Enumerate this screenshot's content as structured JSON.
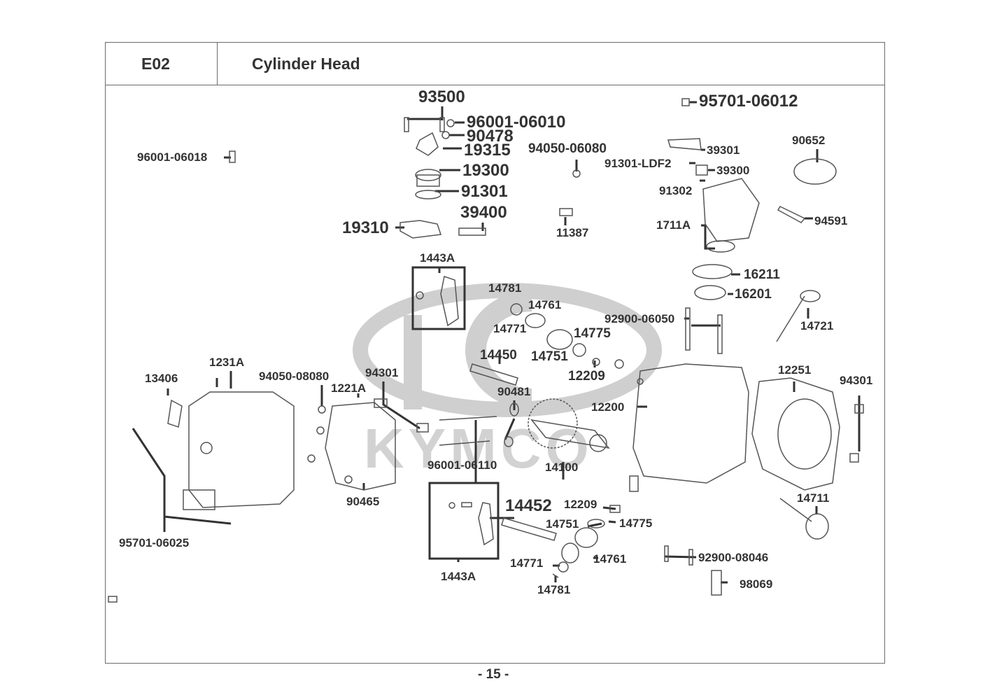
{
  "header": {
    "section_code": "E02",
    "section_title": "Cylinder Head"
  },
  "footer": {
    "page_number": "- 15 -"
  },
  "watermark": {
    "brand": "KYMCO",
    "color": "#c8c8c8"
  },
  "part_labels": {
    "p93500": "93500",
    "p96001_06010": "96001-06010",
    "p90478": "90478",
    "p19315": "19315",
    "p19300": "19300",
    "p91301": "91301",
    "p39400": "39400",
    "p19310": "19310",
    "p96001_06018": "96001-06018",
    "p94050_06080": "94050-06080",
    "p11387": "11387",
    "p95701_06012": "95701-06012",
    "p39301": "39301",
    "p91301_LDF2": "91301-LDF2",
    "p39300": "39300",
    "p91302": "91302",
    "p90652": "90652",
    "p94591": "94591",
    "p1711A": "1711A",
    "p16211": "16211",
    "p16201": "16201",
    "p92900_06050": "92900-06050",
    "p14721": "14721",
    "p1443A_top": "1443A",
    "p14781_top": "14781",
    "p14761_top": "14761",
    "p14771_top": "14771",
    "p14775_top": "14775",
    "p14751_top": "14751",
    "p14450": "14450",
    "p12209_top": "12209",
    "p13406": "13406",
    "p1231A": "1231A",
    "p94050_08080": "94050-08080",
    "p1221A": "1221A",
    "p94301_left": "94301",
    "p90481": "90481",
    "p12200": "12200",
    "p12251": "12251",
    "p94301_right": "94301",
    "p96001_06110": "96001-06110",
    "p14100": "14100",
    "p90465": "90465",
    "p95701_06025": "95701-06025",
    "p14452": "14452",
    "p12209_bottom": "12209",
    "p14751_bottom": "14751",
    "p14775_bottom": "14775",
    "p14711": "14711",
    "p14771_bottom": "14771",
    "p14761_bottom": "14761",
    "p92900_08046": "92900-08046",
    "p98069": "98069",
    "p1443A_bottom": "1443A",
    "p14781_bottom": "14781"
  }
}
